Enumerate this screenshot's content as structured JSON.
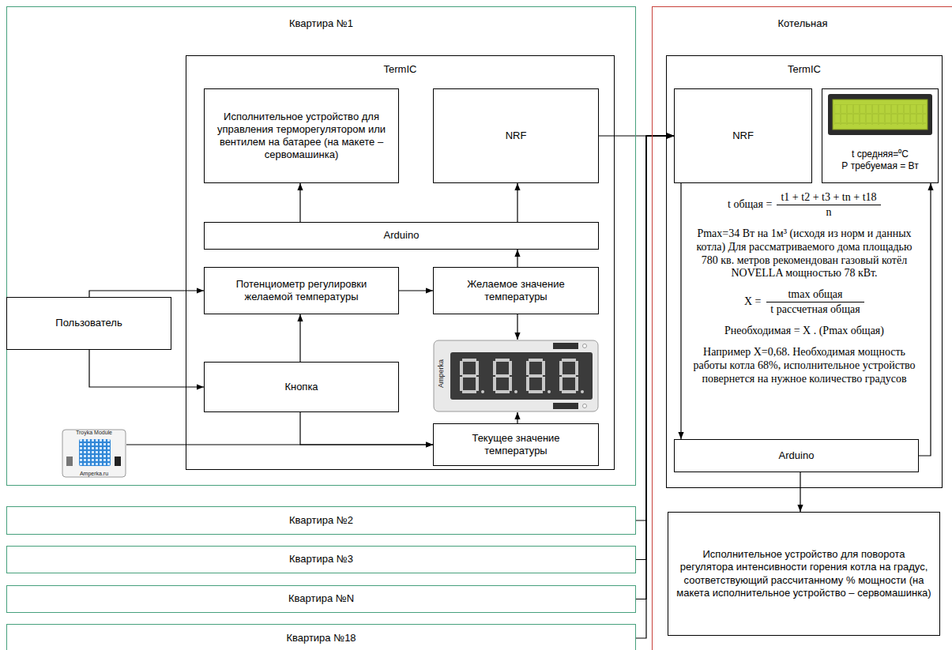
{
  "diagram": {
    "nodes": [
      {
        "text": [
          "Квартира №1"
        ]
      },
      {
        "text": [
          "TermIC"
        ],
        "in": 0
      },
      {
        "text": [
          "Исполнительное устройство для управления терморегулятором или вентилем на батарее (на макете – сервомашинка)"
        ],
        "in": 1
      },
      {
        "text": [
          "NRF"
        ],
        "in": 1
      },
      {
        "text": [
          "Arduino"
        ],
        "in": 1
      },
      {
        "text": [
          "Потенциометр регулировки желаемой температуры"
        ],
        "in": 1
      },
      {
        "text": [
          "Желаемое значение температуры"
        ],
        "in": 1
      },
      {
        "text": [
          "Кнопка"
        ],
        "in": 1
      },
      {
        "text": [
          "Amperka"
        ],
        "in": 1
      },
      {
        "text": [
          "Текущее значение температуры"
        ],
        "in": 1
      },
      {
        "text": [
          "Пользователь"
        ],
        "in": 0
      },
      {
        "text": [
          "Troyka Module",
          "Amperka.ru"
        ],
        "in": 0
      },
      {
        "text": [
          "Квартира №2"
        ]
      },
      {
        "text": [
          "Квартира №3"
        ]
      },
      {
        "text": [
          "Квартира №N"
        ]
      },
      {
        "text": [
          "Квартира №18"
        ]
      },
      {
        "text": [
          "Котельная"
        ]
      },
      {
        "text": [
          "TermIC"
        ],
        "in": 16
      },
      {
        "text": [
          "NRF"
        ],
        "in": 17
      },
      {
        "text": [
          "t средняя=⁰С",
          "Р требуемая = Вт"
        ],
        "in": 17
      },
      {
        "text": [
          "Arduino"
        ],
        "in": 17
      },
      {
        "text": [
          "Исполнительное устройство для поворота регулятора интенсивности горения котла на градус, соответствующий рассчитанному % мощности (на макета исполнительное устройство – сервомашинка)"
        ],
        "in": 16
      }
    ],
    "edges": [
      {
        "from": 3,
        "to": 18,
        "arrow": "to"
      },
      {
        "from": 12,
        "to": 18,
        "arrow": "to"
      },
      {
        "from": 13,
        "to": 18,
        "arrow": "to"
      },
      {
        "from": 14,
        "to": 18,
        "arrow": "to"
      },
      {
        "from": 15,
        "to": 18,
        "arrow": "to"
      },
      {
        "from": 4,
        "to": 2,
        "arrow": "to"
      },
      {
        "from": 4,
        "to": 3,
        "arrow": "to"
      },
      {
        "from": 6,
        "to": 4,
        "arrow": "to"
      },
      {
        "from": 5,
        "to": 6,
        "arrow": "to"
      },
      {
        "from": 6,
        "to": 8,
        "arrow": "to"
      },
      {
        "from": 9,
        "to": 8,
        "arrow": "to"
      },
      {
        "from": 7,
        "to": 5,
        "arrow": "to"
      },
      {
        "from": 10,
        "to": 5,
        "arrow": "to"
      },
      {
        "from": 10,
        "to": 7,
        "arrow": "to"
      },
      {
        "from": 7,
        "to": 9,
        "arrow": "to"
      },
      {
        "from": 11,
        "to": 9,
        "arrow": "to"
      },
      {
        "from": 18,
        "to": 20,
        "arrow": "to"
      },
      {
        "from": 20,
        "to": 19,
        "arrow": "to"
      },
      {
        "from": 20,
        "to": 21,
        "arrow": "to"
      }
    ],
    "labels": [
      "t общая =",
      "t1 + t2 + t3 + tn + t18",
      "n",
      "Pmax=34 Вт на 1м³ (исходя из норм и данных котла) Для рассматриваемого дома площадью 780 кв. метров рекомендован газовый котёл NOVELLA мощностью 78 кВт.",
      "X =",
      "tmax общая",
      "t рассчетная общая",
      "Рнеобходимая = X . (Pmax общая)",
      "Например X=0,68. Необходимая мощность работы котла 68%, исполнительное устройство повернется на нужное количество градусов"
    ]
  }
}
